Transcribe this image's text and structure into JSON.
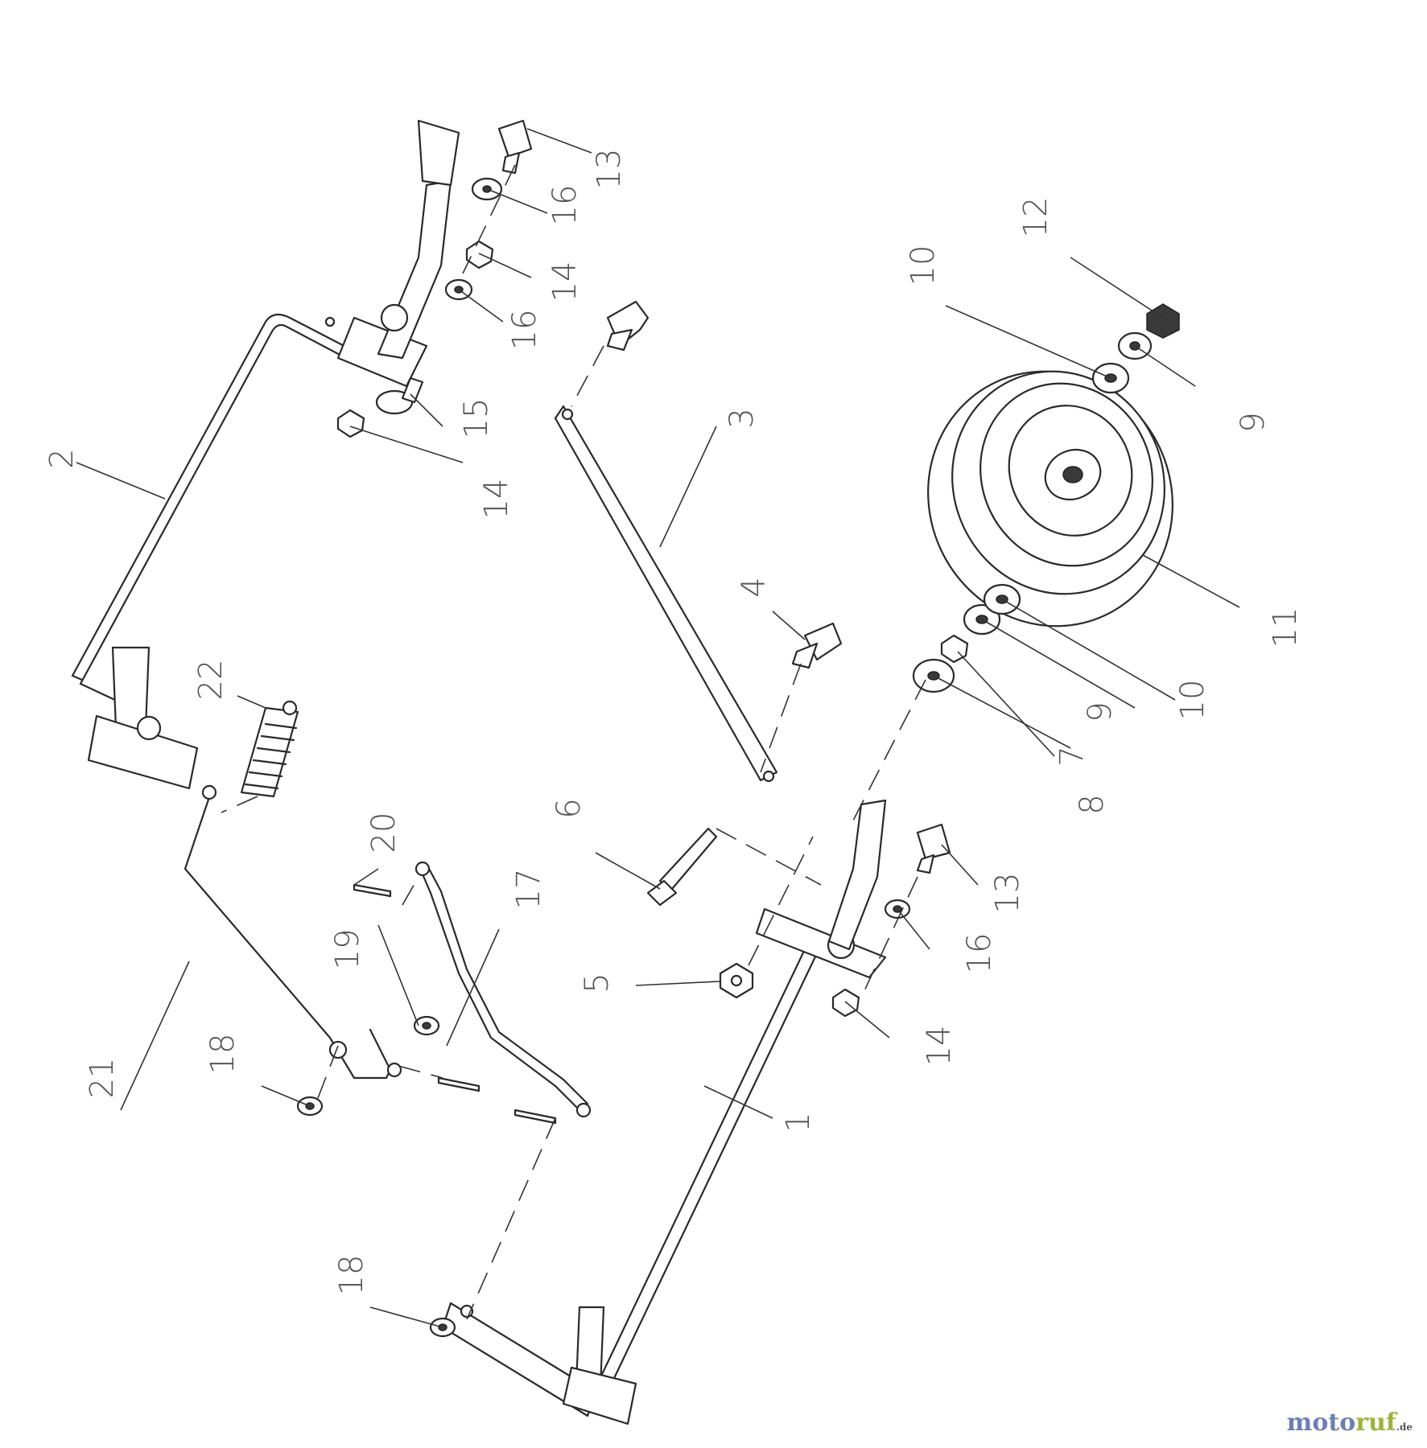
{
  "labels": {
    "l1": "1",
    "l2": "2",
    "l3": "3",
    "l4": "4",
    "l5": "5",
    "l6": "6",
    "l7": "7",
    "l8": "8",
    "l9a": "9",
    "l9b": "9",
    "l10a": "10",
    "l10b": "10",
    "l11": "11",
    "l12": "12",
    "l13a": "13",
    "l13b": "13",
    "l14a": "14",
    "l14b": "14",
    "l14c": "14",
    "l15": "15",
    "l16a": "16",
    "l16b": "16",
    "l16c": "16",
    "l17": "17",
    "l18a": "18",
    "l18b": "18",
    "l19": "19",
    "l20": "20",
    "l21": "21",
    "l22": "22"
  },
  "watermark": {
    "part1": "moto",
    "part2": "ruf",
    "suffix": ".de"
  }
}
